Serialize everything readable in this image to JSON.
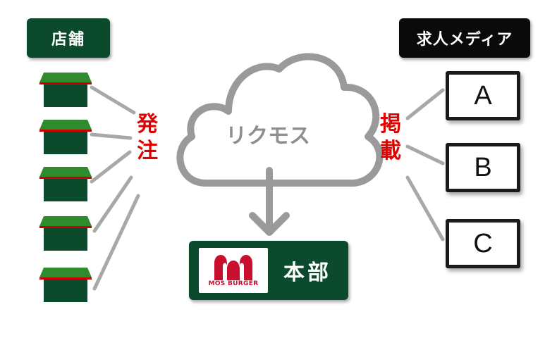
{
  "stores": {
    "label": "店舗",
    "count": 5,
    "color": "#0c4a2e",
    "roof_color": "#2e8b2e",
    "stripe_color": "#cc0000"
  },
  "order_label": "発注",
  "post_label": "掲載",
  "cloud": {
    "label": "リクモス",
    "color": "#9a9a9a"
  },
  "hq": {
    "label": "本部",
    "logo_text": "MOS BURGER",
    "logo_color": "#c8102e",
    "color": "#0c4a2e"
  },
  "media": {
    "label": "求人メディア",
    "items": [
      "A",
      "B",
      "C"
    ]
  },
  "colors": {
    "accent_red": "#e00000",
    "connector_gray": "#a8a8a8"
  }
}
